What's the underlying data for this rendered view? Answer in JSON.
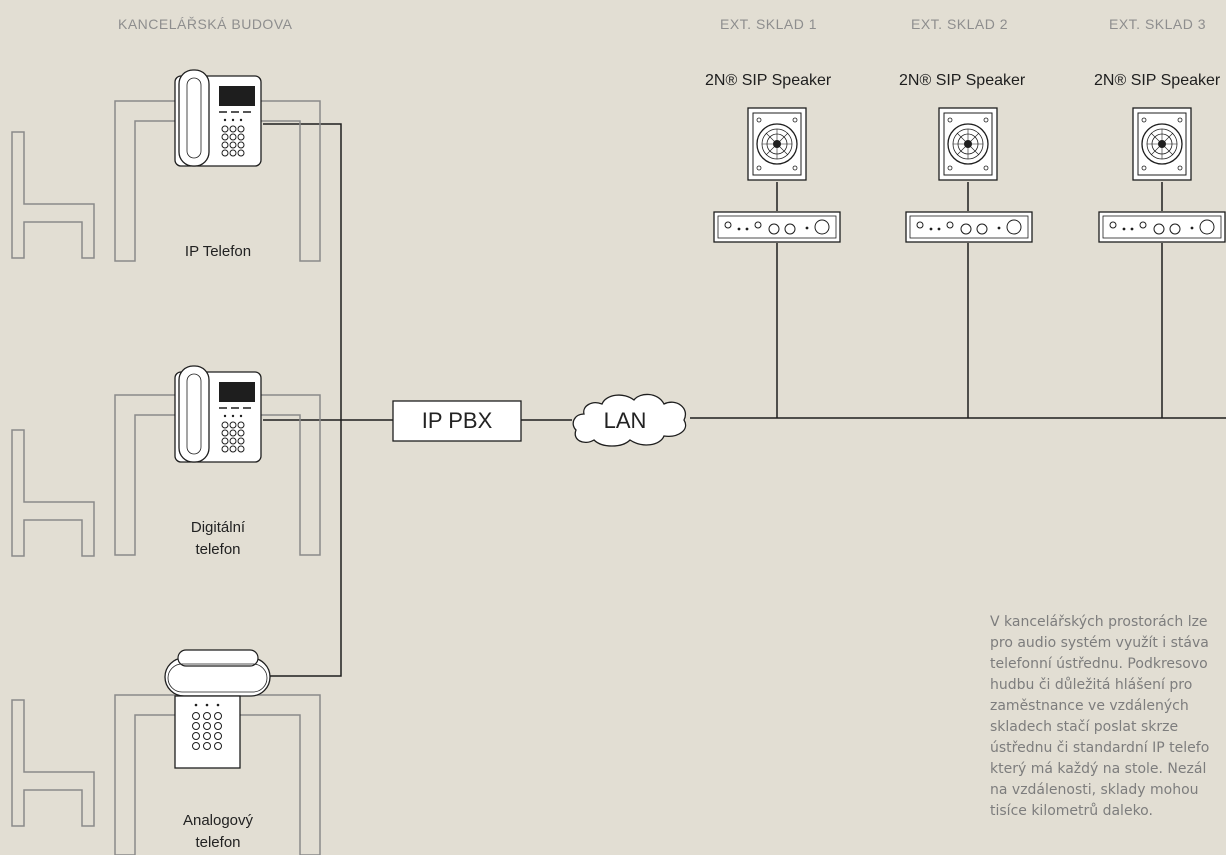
{
  "headers": {
    "office_building": "KANCELÁŘSKÁ BUDOVA",
    "warehouse_1": "EXT. SKLAD 1",
    "warehouse_2": "EXT. SKLAD 2",
    "warehouse_3": "EXT. SKLAD 3"
  },
  "speakers": [
    {
      "label": "2N® SIP Speaker"
    },
    {
      "label": "2N® SIP Speaker"
    },
    {
      "label": "2N® SIP Speaker"
    }
  ],
  "desks": {
    "ip_phone": "IP Telefon",
    "digital_line1": "Digitální",
    "digital_line2": "telefon",
    "analog_line1": "Analogový",
    "analog_line2": "telefon"
  },
  "network": {
    "pbx_label": "IP PBX",
    "lan_label": "LAN"
  },
  "note_lines": [
    "V kancelářských prostorách lze",
    "pro audio systém využít i stáva",
    "telefonní ústřednu. Podkresovo",
    "hudbu či důležitá hlášení pro",
    "zaměstnance ve vzdálených",
    "skladech stačí poslat skrze",
    "ústřednu či standardní IP telefo",
    "který má každý na stole. Nezál",
    "na vzdálenosti, sklady mohou",
    "tisíce kilometrů daleko."
  ],
  "colors": {
    "background": "#e2ded3",
    "line": "#1e1e1e",
    "furniture": "#8a8a8a",
    "header_text": "#8e8e8e"
  }
}
